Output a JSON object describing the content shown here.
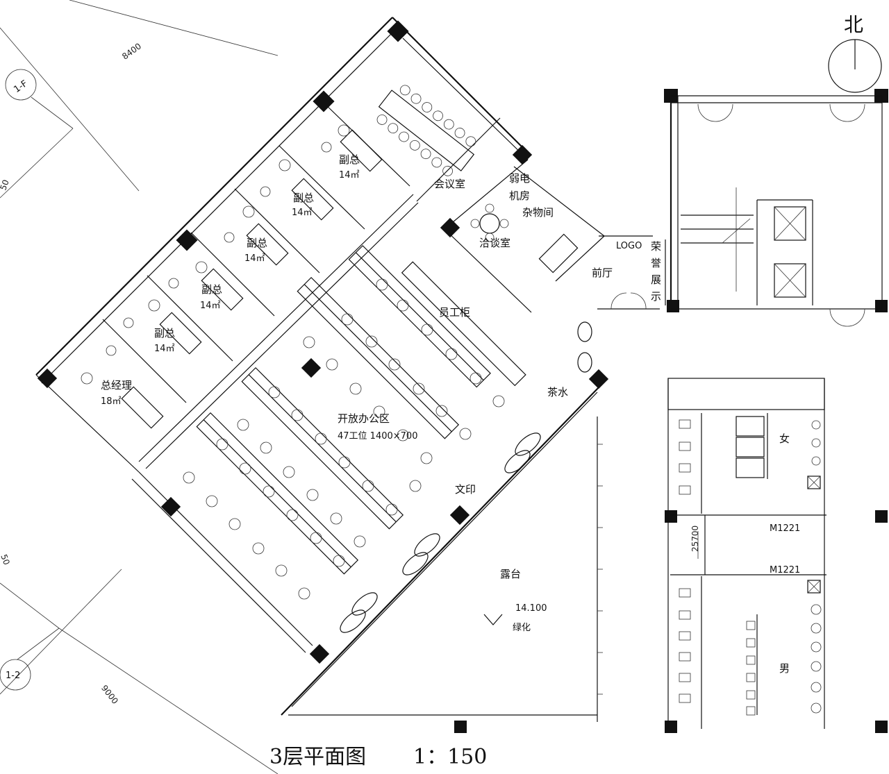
{
  "title": "3层平面图",
  "scale": "1：150",
  "north": "北",
  "axis_labels": {
    "top": "1-F",
    "bottom": "1-2"
  },
  "dimensions": {
    "top": "8400",
    "bottom": "9000",
    "left_top": "50",
    "left_mid": "50",
    "corridor": "25700",
    "elevation": "14.100"
  },
  "rooms": {
    "meeting": "会议室",
    "weak_current_1": "弱电",
    "weak_current_2": "机房",
    "storage": "杂物间",
    "negotiation": "洽谈室",
    "logo": "LOGO",
    "honor_1": "荣",
    "honor_2": "誉",
    "honor_3": "展",
    "honor_4": "示",
    "lobby": "前厅",
    "vp": "副总",
    "vp_area": "14㎡",
    "gm": "总经理",
    "gm_area": "18㎡",
    "staff_cabinet": "员工柜",
    "open_office": "开放办公区",
    "open_office_detail": "47工位  1400×700",
    "tea": "茶水",
    "print": "文印",
    "terrace": "露台",
    "terrace_note": "绿化",
    "women": "女",
    "men": "男",
    "door_1": "M1221",
    "door_2": "M1221"
  },
  "colors": {
    "line": "#111111",
    "background": "#ffffff"
  }
}
